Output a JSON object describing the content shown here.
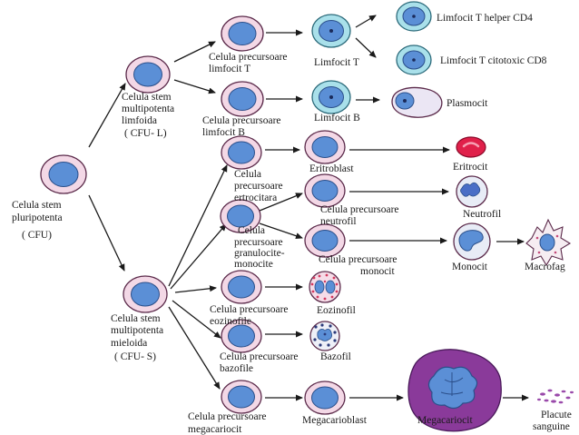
{
  "colors": {
    "cell_outer": "#f3d8e6",
    "cell_outline": "#5b2a4a",
    "nucleus_blue": "#5b8fd6",
    "nucleus_teal": "#8fd3e0",
    "erythrocyte": "#e0204a",
    "megakaryocyte": "#8a3a9a",
    "arrow": "#1a1a1a"
  },
  "stem": {
    "pluripotent_1": "Celula stem",
    "pluripotent_2": "pluripotenta",
    "pluripotent_3": "( CFU)",
    "lymphoid_1": "Celula stem",
    "lymphoid_2": "multipotenta",
    "lymphoid_3": "limfoida",
    "lymphoid_4": "( CFU- L)",
    "myeloid_1": "Celula stem",
    "myeloid_2": "multipotenta",
    "myeloid_3": "mieloida",
    "myeloid_4": "( CFU- S)"
  },
  "lymphoid": {
    "prec_t_1": "Celula precursoare",
    "prec_t_2": "limfocit T",
    "prec_b_1": "Celula precursoare",
    "prec_b_2": "limfocit B",
    "limfocit_t": "Limfocit T",
    "limfocit_b": "Limfocit B",
    "helper": "Limfocit T helper CD4",
    "cytotoxic": "Limfocit T citotoxic CD8",
    "plasmocit": "Plasmocit"
  },
  "myeloid": {
    "prec_erit_1": "Celula",
    "prec_erit_2": "precursoare",
    "prec_erit_3": "ertrocitara",
    "eritroblast": "Eritroblast",
    "eritrocit": "Eritrocit",
    "prec_gm_1": "Celula",
    "prec_gm_2": "precursoare",
    "prec_gm_3": "granulocite-",
    "prec_gm_4": "monocite",
    "prec_neut_1": "Celula precursoare",
    "prec_neut_2": "neutrofil",
    "neutrofil": "Neutrofil",
    "prec_mono_1": "Celula precursoare",
    "prec_mono_2": "monocit",
    "monocit": "Monocit",
    "macrofag": "Macrofag",
    "prec_eoz_1": "Celula precursoare",
    "prec_eoz_2": "eozinofile",
    "eozinofil": "Eozinofil",
    "prec_baz_1": "Celula precursoare",
    "prec_baz_2": "bazofile",
    "bazofil": "Bazofil",
    "prec_mega_1": "Celula precursoare",
    "prec_mega_2": "megacariocit",
    "megacarioblast": "Megacarioblast",
    "megacariocit": "Megacariocit",
    "placute_1": "Placute",
    "placute_2": "sanguine"
  }
}
